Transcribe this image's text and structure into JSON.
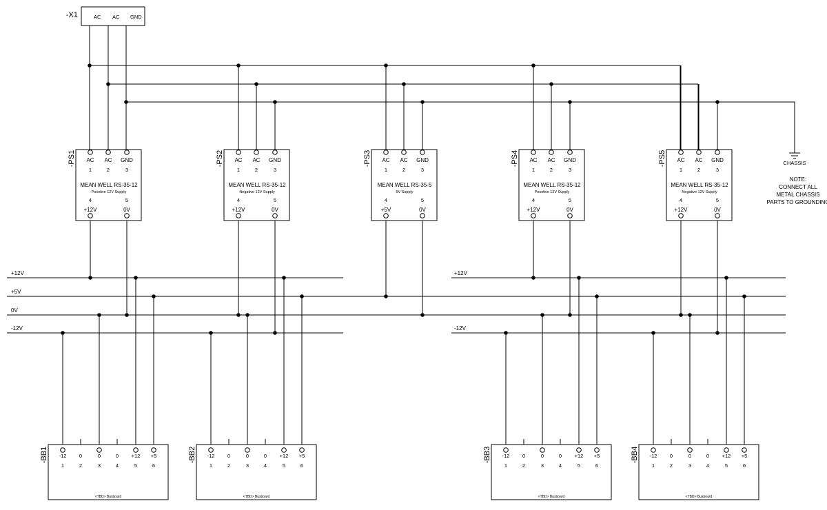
{
  "x1": {
    "tag": "-X1",
    "pins": [
      "AC",
      "AC",
      "GND"
    ]
  },
  "power_supplies": [
    {
      "tag": "-PS1",
      "top_pins": [
        "AC",
        "AC",
        "GND"
      ],
      "top_nums": [
        "1",
        "2",
        "3"
      ],
      "model": "MEAN WELL RS-35-12",
      "desc": "Posotive 12V Supply",
      "bot_nums": [
        "4",
        "5"
      ],
      "outputs": [
        "+12V",
        "0V"
      ]
    },
    {
      "tag": "-PS2",
      "top_pins": [
        "AC",
        "AC",
        "GND"
      ],
      "top_nums": [
        "1",
        "2",
        "3"
      ],
      "model": "MEAN WELL RS-35-12",
      "desc": "Negative 12V Supply",
      "bot_nums": [
        "4",
        "5"
      ],
      "outputs": [
        "+12V",
        "0V"
      ]
    },
    {
      "tag": "-PS3",
      "top_pins": [
        "AC",
        "AC",
        "GND"
      ],
      "top_nums": [
        "1",
        "2",
        "3"
      ],
      "model": "MEAN WELL RS-35-5",
      "desc": "5V Supply",
      "bot_nums": [
        "4",
        "5"
      ],
      "outputs": [
        "+5V",
        "0V"
      ]
    },
    {
      "tag": "-PS4",
      "top_pins": [
        "AC",
        "AC",
        "GND"
      ],
      "top_nums": [
        "1",
        "2",
        "3"
      ],
      "model": "MEAN WELL RS-35-12",
      "desc": "Posotive 12V Supply",
      "bot_nums": [
        "4",
        "5"
      ],
      "outputs": [
        "+12V",
        "0V"
      ]
    },
    {
      "tag": "-PS5",
      "top_pins": [
        "AC",
        "AC",
        "GND"
      ],
      "top_nums": [
        "1",
        "2",
        "3"
      ],
      "model": "MEAN WELL RS-35-12",
      "desc": "Negative 12V Supply",
      "bot_nums": [
        "4",
        "5"
      ],
      "outputs": [
        "+12V",
        "0V"
      ]
    }
  ],
  "chassis": {
    "label": "CHASSIS",
    "note": [
      "NOTE:",
      "CONNECT ALL",
      "METAL CHASSIS",
      "PARTS TO GROUNDING"
    ]
  },
  "rails": {
    "left": [
      "+12V",
      "+5V",
      "0V",
      "-12V"
    ],
    "right": [
      "+12V",
      "-12V"
    ]
  },
  "busboards": [
    {
      "tag": "-BB1",
      "pins": [
        "-12",
        "0",
        "0",
        "0",
        "+12",
        "+5"
      ],
      "nums": [
        "1",
        "2",
        "3",
        "4",
        "5",
        "6"
      ],
      "label": "<TBD> Busboard"
    },
    {
      "tag": "-BB2",
      "pins": [
        "-12",
        "0",
        "0",
        "0",
        "+12",
        "+5"
      ],
      "nums": [
        "1",
        "2",
        "3",
        "4",
        "5",
        "6"
      ],
      "label": "<TBD> Busboard"
    },
    {
      "tag": "-BB3",
      "pins": [
        "-12",
        "0",
        "0",
        "0",
        "+12",
        "+5"
      ],
      "nums": [
        "1",
        "2",
        "3",
        "4",
        "5",
        "6"
      ],
      "label": "<TBD> Busboard"
    },
    {
      "tag": "-BB4",
      "pins": [
        "-12",
        "0",
        "0",
        "0",
        "+12",
        "+5"
      ],
      "nums": [
        "1",
        "2",
        "3",
        "4",
        "5",
        "6"
      ],
      "label": "<TBD> Busboard"
    }
  ],
  "colors": {
    "line": "#000000",
    "background": "#ffffff"
  }
}
